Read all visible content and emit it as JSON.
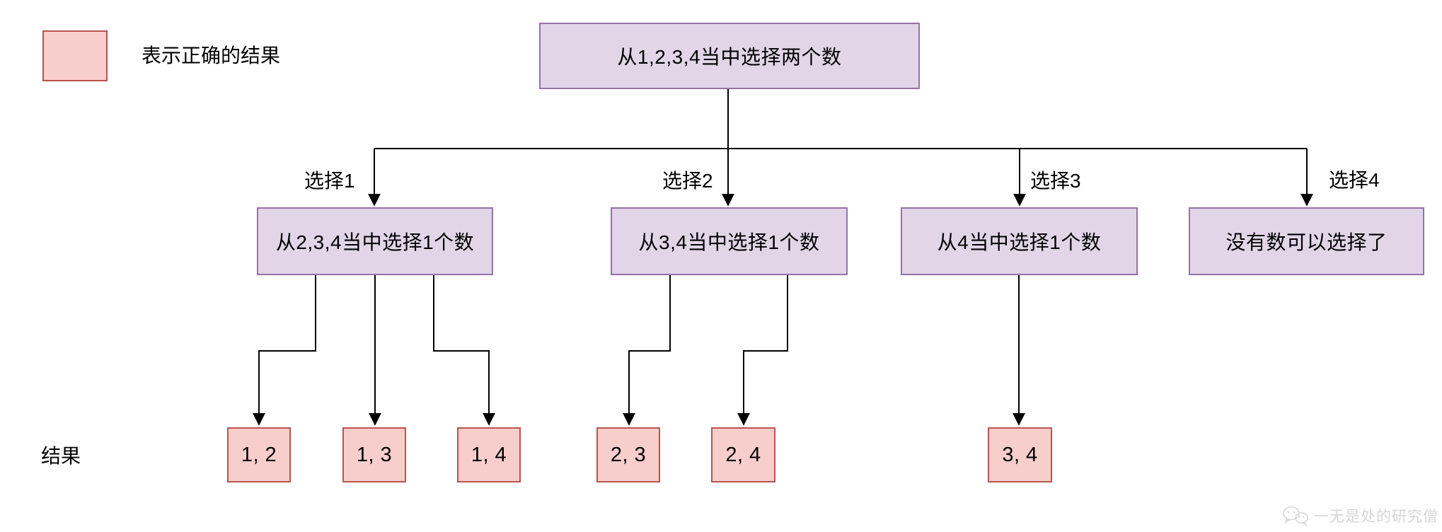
{
  "colors": {
    "choice_fill": "#e1d5e7",
    "choice_border": "#9673a6",
    "result_fill": "#f8cecc",
    "result_border": "#b85450",
    "line": "#000000",
    "text": "#000000",
    "watermark": "#d6d6d6",
    "background": "#ffffff"
  },
  "legend": {
    "label": "表示正确的结果"
  },
  "tree": {
    "root": {
      "label": "从1,2,3,4当中选择两个数"
    },
    "branches": [
      {
        "edge_label": "选择1",
        "label": "从2,3,4当中选择1个数"
      },
      {
        "edge_label": "选择2",
        "label": "从3,4当中选择1个数"
      },
      {
        "edge_label": "选择3",
        "label": "从4当中选择1个数"
      },
      {
        "edge_label": "选择4",
        "label": "没有数可以选择了"
      }
    ]
  },
  "results": {
    "row_label": "结果",
    "items": [
      "1, 2",
      "1, 3",
      "1, 4",
      "2, 3",
      "2, 4",
      "3, 4"
    ]
  },
  "watermark": {
    "text": "一无是处的研究僧",
    "icon": "wechat-icon"
  }
}
